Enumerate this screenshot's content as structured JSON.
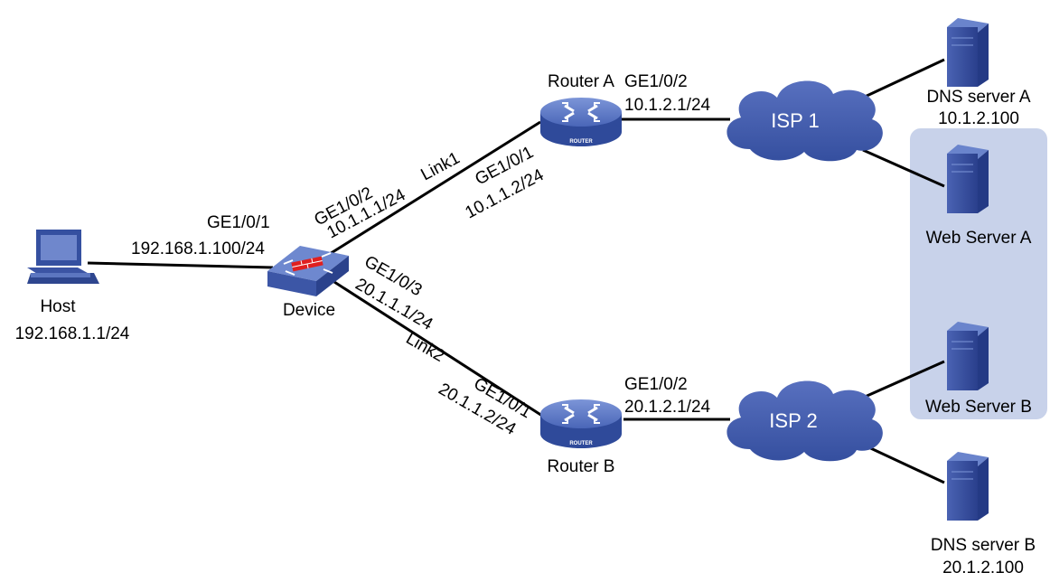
{
  "nodes": {
    "host": {
      "name": "Host",
      "ip": "192.168.1.1/24"
    },
    "device": {
      "name": "Device"
    },
    "router_a": {
      "name": "Router A",
      "badge": "ROUTER"
    },
    "router_b": {
      "name": "Router B",
      "badge": "ROUTER"
    },
    "isp1": {
      "name": "ISP 1"
    },
    "isp2": {
      "name": "ISP 2"
    },
    "dns_a": {
      "name": "DNS server A",
      "ip": "10.1.2.100"
    },
    "web_a": {
      "name": "Web Server A"
    },
    "web_b": {
      "name": "Web Server B"
    },
    "dns_b": {
      "name": "DNS server B",
      "ip": "20.1.2.100"
    }
  },
  "interfaces": {
    "device_ge1_0_1": {
      "port": "GE1/0/1",
      "ip": "192.168.1.100/24"
    },
    "device_ge1_0_2": {
      "port": "GE1/0/2",
      "ip": "10.1.1.1/24"
    },
    "device_ge1_0_3": {
      "port": "GE1/0/3",
      "ip": "20.1.1.1/24"
    },
    "ra_ge1_0_1": {
      "port": "GE1/0/1",
      "ip": "10.1.1.2/24"
    },
    "ra_ge1_0_2": {
      "port": "GE1/0/2",
      "ip": "10.1.2.1/24"
    },
    "rb_ge1_0_1": {
      "port": "GE1/0/1",
      "ip": "20.1.1.2/24"
    },
    "rb_ge1_0_2": {
      "port": "GE1/0/2",
      "ip": "20.1.2.1/24"
    }
  },
  "links": {
    "link1": "Link1",
    "link2": "Link2"
  },
  "colors": {
    "cloud": "#3d56a6",
    "router_top": "#5a74c4",
    "router_body": "#2f4a9a",
    "server": "#2d4494",
    "server_group_bg": "#c8d2ea",
    "line": "#000000"
  }
}
